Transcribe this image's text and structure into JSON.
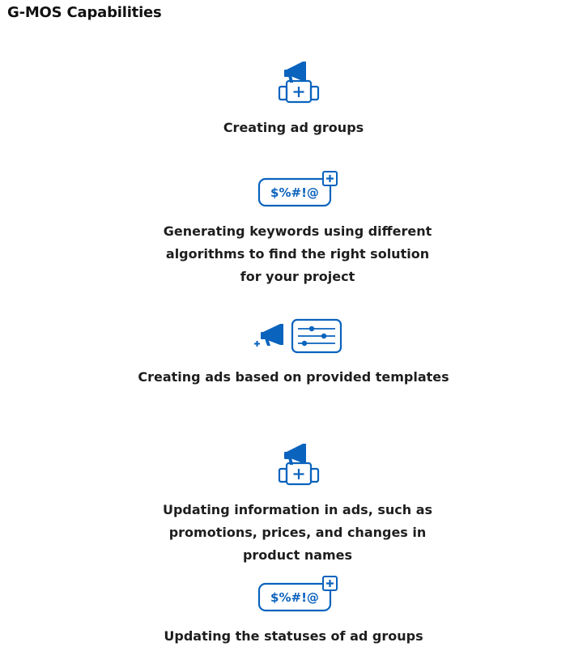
{
  "page": {
    "title": "G-MOS Capabilities"
  },
  "capabilities": [
    {
      "icon": "megaphone-plus-box-icon",
      "label": "Creating ad groups"
    },
    {
      "icon": "keyword-chip-plus-icon",
      "chip_text": "$%#!@",
      "label": "Generating keywords using different algorithms to find the right solution for your project"
    },
    {
      "icon": "megaphone-template-sliders-icon",
      "label": "Creating ads based on provided templates"
    },
    {
      "icon": "megaphone-plus-box-icon",
      "label": "Updating information in ads, such as promotions, prices, and changes in product names"
    },
    {
      "icon": "keyword-chip-plus-icon",
      "chip_text": "$%#!@",
      "label": "Updating the statuses of ad groups"
    }
  ],
  "colors": {
    "accent_blue": "#0a63bd",
    "text": "#1e1e1e"
  }
}
